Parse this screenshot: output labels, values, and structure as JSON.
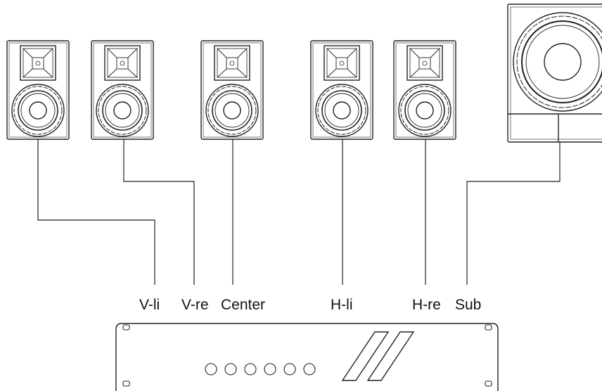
{
  "colors": {
    "stroke": "#222222",
    "background": "#ffffff"
  },
  "channel_labels": {
    "front_left": "V-li",
    "front_right": "V-re",
    "center": "Center",
    "rear_left": "H-li",
    "rear_right": "H-re",
    "sub": "Sub"
  },
  "components": {
    "speakers": [
      "front-left-speaker",
      "front-right-speaker",
      "center-speaker",
      "rear-left-speaker",
      "rear-right-speaker"
    ],
    "subwoofer": "subwoofer",
    "device": "amplifier-rack-unit"
  },
  "amplifier": {
    "button_count": 6
  }
}
